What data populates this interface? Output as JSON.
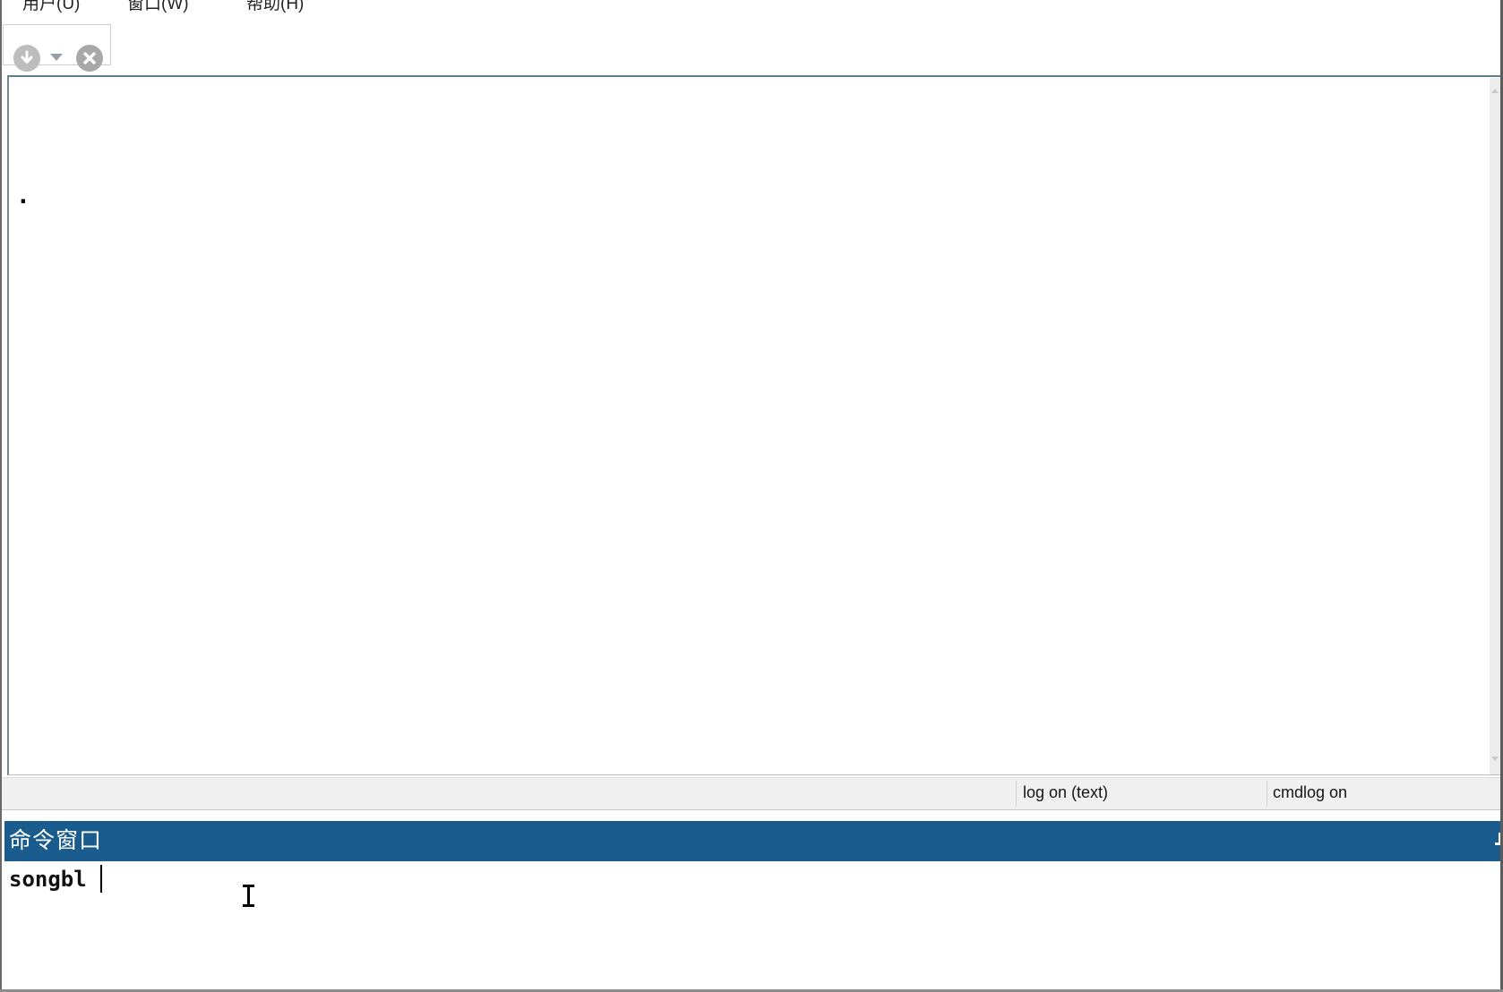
{
  "menu_bar": {
    "items": [
      {
        "label": "用户(U)"
      },
      {
        "label": "窗口(W)"
      },
      {
        "label": "帮助(H)"
      }
    ]
  },
  "toolbar": {
    "buttons": [
      {
        "name": "down-arrow-circle-button"
      },
      {
        "name": "close-circle-button"
      }
    ]
  },
  "results_window": {
    "prompt": "."
  },
  "status_bar": {
    "log_status": "log on (text)",
    "cmdlog_status": "cmdlog on"
  },
  "command_window": {
    "title": "命令窗口",
    "input_value": "songbl"
  },
  "colors": {
    "accent_blue": "#1a5c8e",
    "status_bar_bg": "#f0f0f0",
    "button_gray_light": "#bdbdbd",
    "button_gray_dark": "#a8a8a8",
    "content_border": "#5b7e90"
  }
}
